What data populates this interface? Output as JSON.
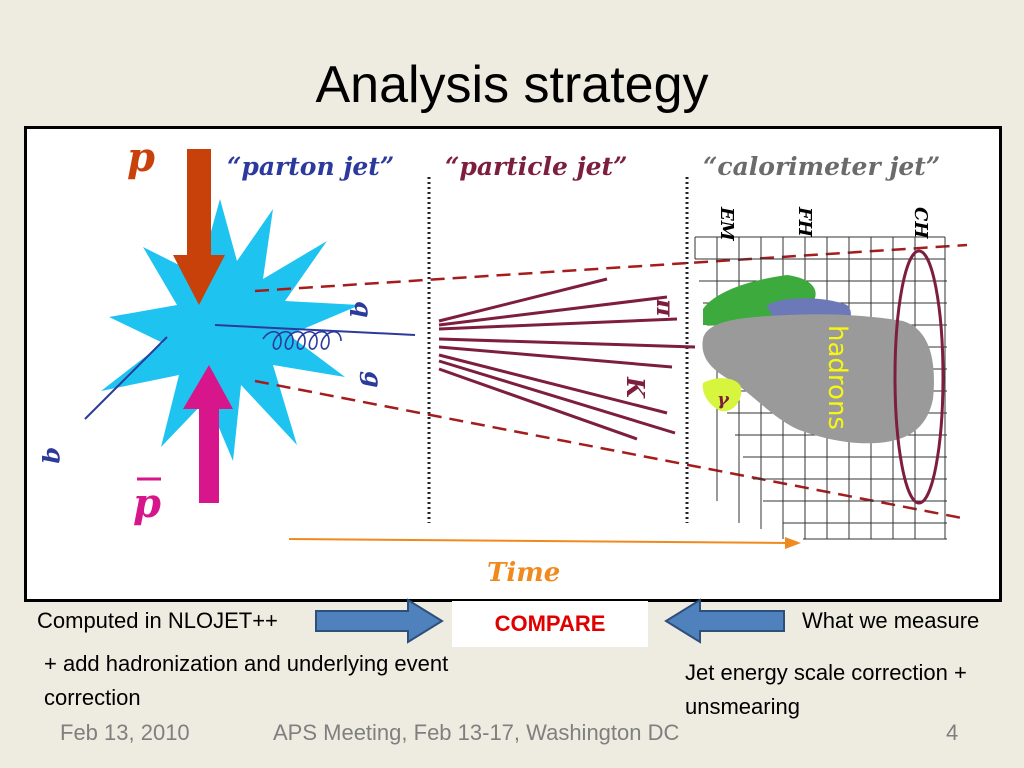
{
  "slide": {
    "title": "Analysis strategy",
    "diagram": {
      "section_labels": [
        "“parton jet”",
        "“particle jet”",
        "“calorimeter jet”"
      ],
      "proton_label": "p",
      "antiproton_label": "p",
      "quark_label": "q",
      "antiquark_label": "q",
      "gluon_label": "g",
      "pion_label": "π",
      "kaon_label": "K",
      "photon_label": "γ",
      "hadrons_label": "hadrons",
      "calorimeter_layers": [
        "EM",
        "FH",
        "CH"
      ],
      "time_label": "Time",
      "colors": {
        "proton_arrow": "#c8400a",
        "antiproton_arrow": "#d6168a",
        "star": "#1ec3f0",
        "parton_text": "#2b3a9c",
        "particle_text": "#7d1e3e",
        "calorimeter_text": "#6b6b6b",
        "time_text": "#f08a1e",
        "hadrons_text": "#f5f516",
        "blob_gray": "#9a9a9a",
        "blob_green": "#3caa3c",
        "blob_blue": "#6c78b8",
        "blob_yellow": "#d6f53c"
      }
    },
    "computed_label": "Computed in NLOJET++",
    "compare_label": "COMPARE",
    "measure_label": "What we measure",
    "hadronization_note": "+ add hadronization and underlying event correction",
    "jes_note": "Jet energy scale correction + unsmearing",
    "footer": {
      "date": "Feb 13, 2010",
      "event": "APS Meeting, Feb 13-17, Washington DC",
      "page": "4"
    }
  }
}
